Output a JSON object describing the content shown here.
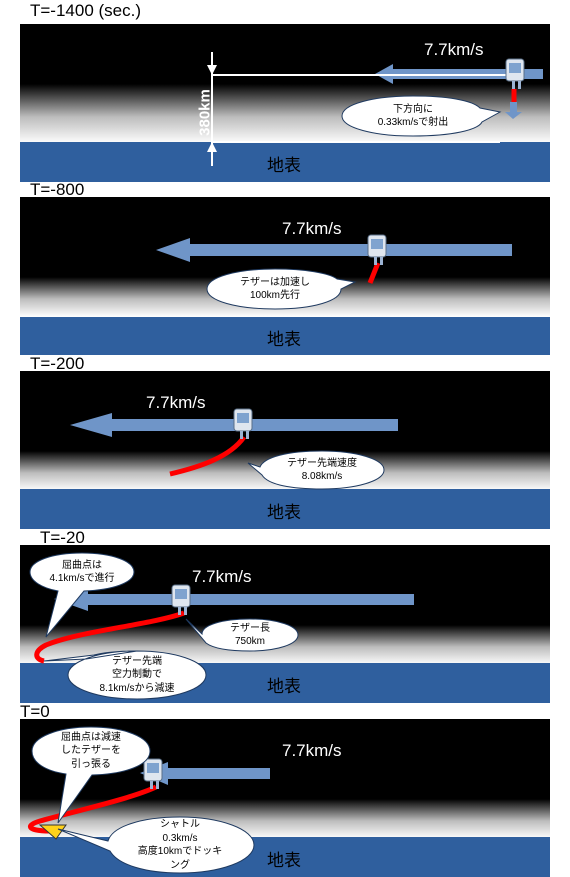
{
  "panels": [
    {
      "time": "T=-1400 (sec.)",
      "speed": "7.7km/s",
      "ground": "地表",
      "altitude": "380km",
      "callouts": [
        {
          "lines": [
            "下方向に",
            "0.33km/sで射出"
          ]
        }
      ]
    },
    {
      "time": "T=-800",
      "speed": "7.7km/s",
      "ground": "地表",
      "callouts": [
        {
          "lines": [
            "テザーは加速し",
            "100km先行"
          ]
        }
      ]
    },
    {
      "time": "T=-200",
      "speed": "7.7km/s",
      "ground": "地表",
      "callouts": [
        {
          "lines": [
            "テザー先端速度",
            "8.08km/s"
          ]
        }
      ]
    },
    {
      "time": "T=-20",
      "speed": "7.7km/s",
      "ground": "地表",
      "callouts": [
        {
          "lines": [
            "屈曲点は",
            "4.1km/sで進行"
          ]
        },
        {
          "lines": [
            "テザー長",
            "750km"
          ]
        },
        {
          "lines": [
            "テザー先端",
            "空力制動で",
            "8.1km/sから減速"
          ]
        }
      ]
    },
    {
      "time": "T=0",
      "speed": "7.7km/s",
      "ground": "地表",
      "callouts": [
        {
          "lines": [
            "屈曲点は減速",
            "したテザーを",
            "引っ張る"
          ]
        },
        {
          "lines": [
            "シャトル",
            "0.3km/s",
            "高度10kmでドッキ",
            "ング"
          ]
        }
      ]
    }
  ],
  "colors": {
    "space": "#000000",
    "ground": "#2f5f9e",
    "arrow": "#6f95c8",
    "tether": "#ff0000",
    "shuttle": "#ffd21a"
  }
}
